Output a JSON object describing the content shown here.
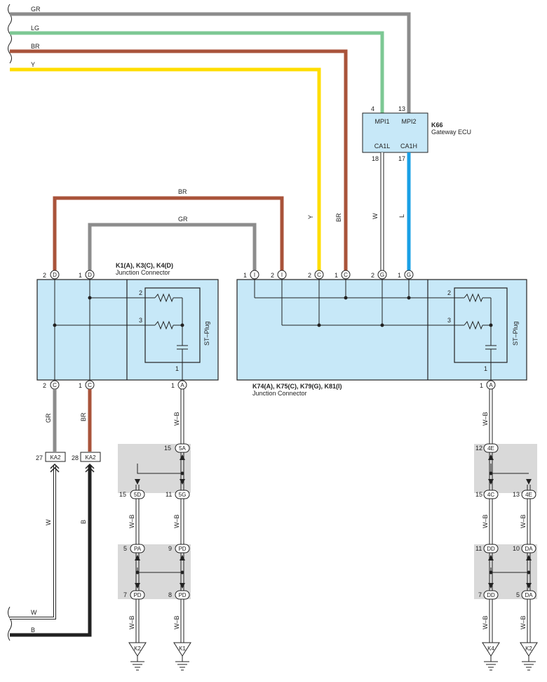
{
  "top_wires": [
    {
      "label": "GR",
      "color": "#8c8c8c"
    },
    {
      "label": "LG",
      "color": "#7dc894"
    },
    {
      "label": "BR",
      "color": "#a9533a"
    },
    {
      "label": "Y",
      "color": "#ffdd00"
    }
  ],
  "bottom_wires": [
    {
      "label": "W",
      "color": "#ffffff"
    },
    {
      "label": "B",
      "color": "#222222"
    }
  ],
  "ecu": {
    "id": "K66",
    "name": "Gateway ECU",
    "pins": [
      {
        "num": "4",
        "name": "MPI1"
      },
      {
        "num": "13",
        "name": "MPI2"
      },
      {
        "num": "18",
        "name": "CA1L"
      },
      {
        "num": "17",
        "name": "CA1H"
      }
    ]
  },
  "jc_left": {
    "id": "K1(A), K3(C), K4(D)",
    "name": "Junction Connector",
    "plug_label": "ST–Plug",
    "top_pins": [
      {
        "num": "2",
        "code": "D"
      },
      {
        "num": "1",
        "code": "D"
      }
    ],
    "bottom_pins": [
      {
        "num": "2",
        "code": "C"
      },
      {
        "num": "1",
        "code": "C"
      },
      {
        "num": "1",
        "code": "A"
      }
    ],
    "inner_pins": [
      "2",
      "3",
      "1"
    ]
  },
  "jc_right": {
    "id": "K74(A), K75(C), K79(G), K81(I)",
    "name": "Junction Connector",
    "plug_label": "ST–Plug",
    "top_pins": [
      {
        "num": "1",
        "code": "I"
      },
      {
        "num": "2",
        "code": "I"
      },
      {
        "num": "2",
        "code": "C"
      },
      {
        "num": "1",
        "code": "C"
      },
      {
        "num": "2",
        "code": "G"
      },
      {
        "num": "1",
        "code": "G"
      }
    ],
    "bottom_pins": [
      {
        "num": "1",
        "code": "A"
      }
    ],
    "inner_pins": [
      "2",
      "3",
      "1"
    ]
  },
  "wire_labels": {
    "br_loop": "BR",
    "gr_loop": "GR",
    "y_drop": "Y",
    "br_drop": "BR",
    "w_ecu": "W",
    "l_ecu": "L",
    "gr_down": "GR",
    "br_down": "BR",
    "w_vert": "W",
    "b_vert": "B",
    "wb": "W–B"
  },
  "ka2": [
    {
      "num": "27",
      "code": "KA2"
    },
    {
      "num": "28",
      "code": "KA2"
    }
  ],
  "splices": {
    "s5a": {
      "num": "15",
      "code": "5A"
    },
    "s5d": {
      "num": "15",
      "code": "5D"
    },
    "s5g": {
      "num": "11",
      "code": "5G"
    },
    "spa": {
      "num": "5",
      "code": "PA"
    },
    "spd9": {
      "num": "9",
      "code": "PD"
    },
    "spd7": {
      "num": "7",
      "code": "PD"
    },
    "spd8": {
      "num": "8",
      "code": "PD"
    },
    "s4e12": {
      "num": "12",
      "code": "4E"
    },
    "s4c": {
      "num": "15",
      "code": "4C"
    },
    "s4e13": {
      "num": "13",
      "code": "4E"
    },
    "sdd11": {
      "num": "11",
      "code": "DD"
    },
    "sda10": {
      "num": "10",
      "code": "DA"
    },
    "sdd7": {
      "num": "7",
      "code": "DD"
    },
    "sda5": {
      "num": "5",
      "code": "DA"
    }
  },
  "grounds": [
    "K2",
    "K1",
    "K4",
    "K2"
  ],
  "colors": {
    "box_fill": "#c7e8f8",
    "splice_fill": "#d9d9d9",
    "gr": "#8c8c8c",
    "lg": "#7dc894",
    "br": "#a9533a",
    "y": "#ffdd00",
    "l": "#1aa0e6",
    "b": "#222222"
  }
}
